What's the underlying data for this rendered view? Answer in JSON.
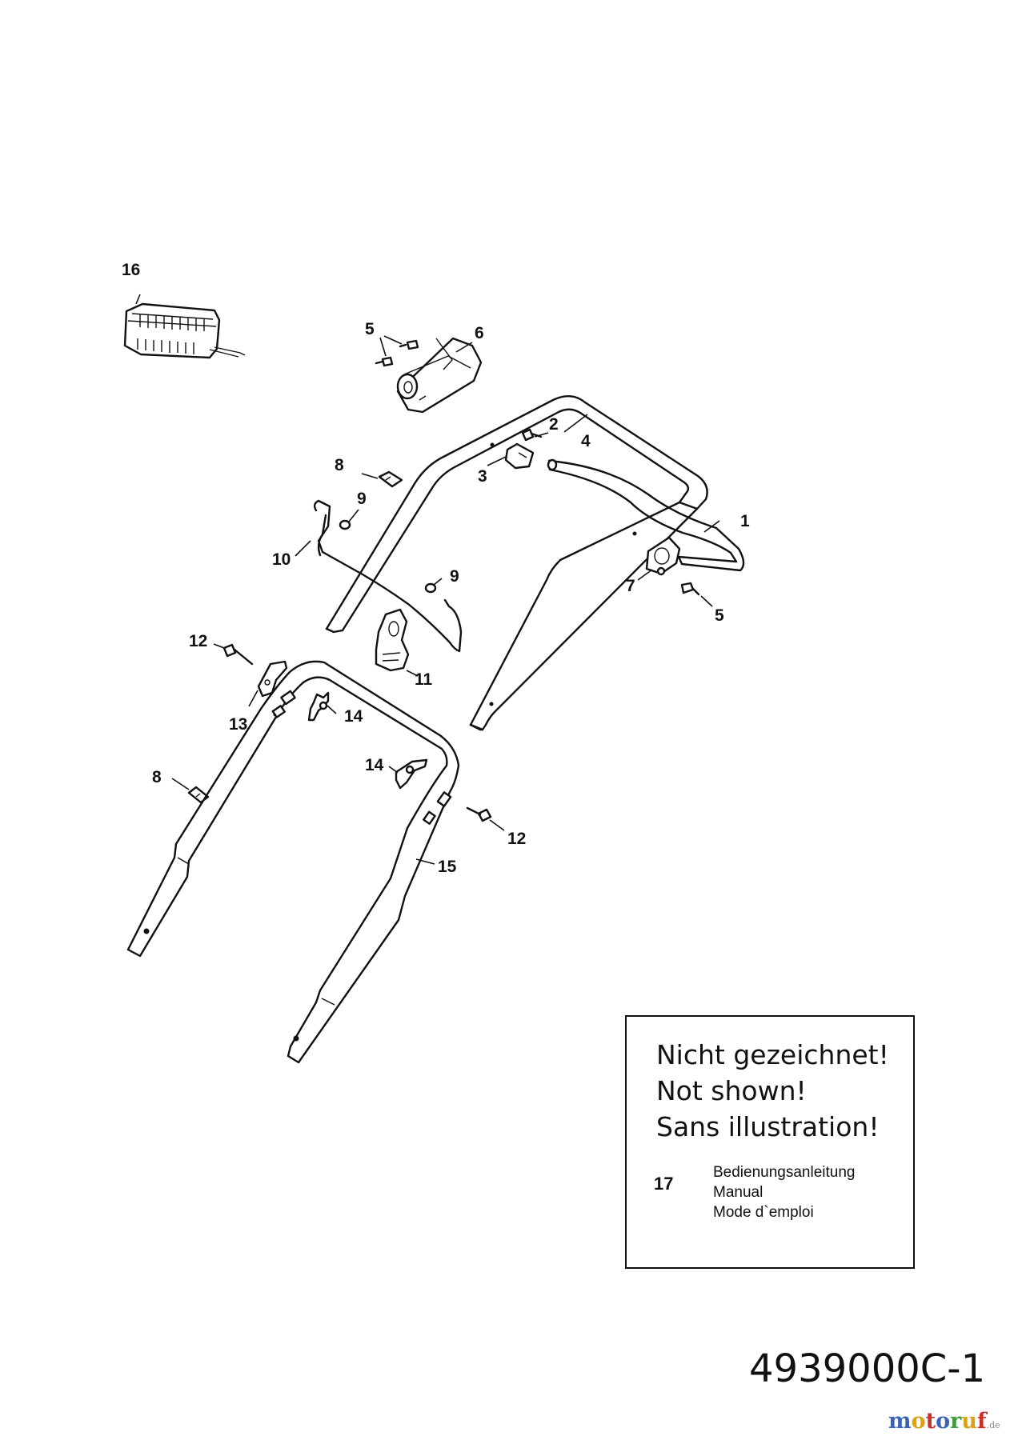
{
  "parts": {
    "p1": "1",
    "p2": "2",
    "p3": "3",
    "p4": "4",
    "p5a": "5",
    "p5b": "5",
    "p6": "6",
    "p7": "7",
    "p8a": "8",
    "p8b": "8",
    "p9a": "9",
    "p9b": "9",
    "p10": "10",
    "p11": "11",
    "p12a": "12",
    "p12b": "12",
    "p13": "13",
    "p14a": "14",
    "p14b": "14",
    "p15": "15",
    "p16": "16"
  },
  "note": {
    "lines": [
      "Nicht gezeichnet!",
      "Not shown!",
      "Sans illustration!"
    ],
    "item_number": "17",
    "item_lines": [
      "Bedienungsanleitung",
      "Manual",
      "Mode d`emploi"
    ]
  },
  "drawing_number": "4939000C-1",
  "brand": {
    "letters": [
      "m",
      "o",
      "t",
      "o",
      "r",
      "u",
      "f"
    ],
    "letter_colors": [
      "#3a63b8",
      "#d8a31a",
      "#c8302a",
      "#3a63b8",
      "#3e9a3e",
      "#d8a31a",
      "#c8302a"
    ],
    "tld": ".de"
  }
}
